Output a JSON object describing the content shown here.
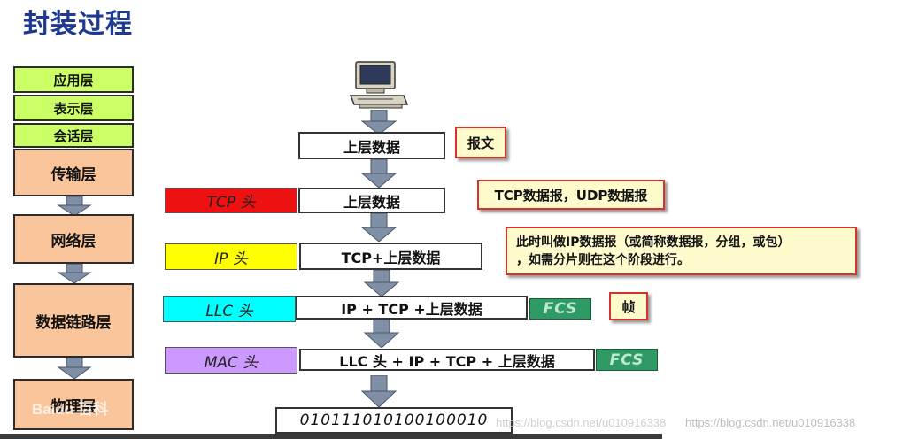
{
  "title": "封装过程",
  "osi_layers": [
    {
      "label": "应用层"
    },
    {
      "label": "表示层"
    },
    {
      "label": "会话层"
    },
    {
      "label": "传输层"
    },
    {
      "label": "网络层"
    },
    {
      "label": "数据链路层"
    },
    {
      "label": "物理层"
    }
  ],
  "flow": {
    "data_box": "上层数据",
    "tcp": {
      "header": "TCP 头",
      "payload": "上层数据"
    },
    "ip": {
      "header": "IP 头",
      "payload": "TCP+上层数据"
    },
    "llc": {
      "header": "LLC 头",
      "payload": "IP + TCP +上层数据",
      "trailer": "FCS"
    },
    "mac": {
      "header": "MAC 头",
      "payload": "LLC 头 + IP + TCP + 上层数据",
      "trailer": "FCS"
    },
    "bits": "010111010100100010"
  },
  "callouts": {
    "message": "报文",
    "segment": "TCP数据报，UDP数据报",
    "packet_line1": "此时叫做IP数据报（或简称数据报，分组，或包）",
    "packet_line2": "，如需分片则在这个阶段进行。",
    "frame": "帧"
  },
  "watermarks": {
    "logo": "Baidu 百科",
    "url1": "https://blog.csdn.net/u010916338",
    "url2": "https://blog.csdn.net/u010916338"
  },
  "colors": {
    "title": "#1f3a93",
    "layer_green": "#ccff66",
    "layer_peach": "#fbc59c",
    "tcp_header": "#ee1111",
    "ip_header": "#ffff00",
    "llc_header": "#00ffff",
    "mac_header": "#cc99ff",
    "fcs": "#2f9a63",
    "callout_bg": "#fffbcc",
    "callout_border": "#d8332a",
    "arrow": "#7f8fa6"
  },
  "icons": {
    "computer": "desktop-computer-icon",
    "arrow": "down-arrow-icon"
  }
}
